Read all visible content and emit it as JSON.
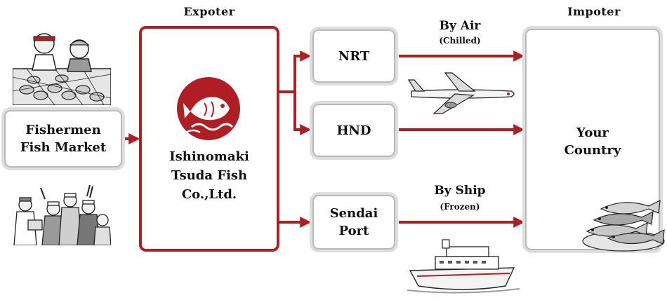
{
  "headings": {
    "exporter": "Expoter",
    "importer": "Impoter"
  },
  "source": {
    "label": "Fishermen\nFish Market"
  },
  "exporter": {
    "name": "Ishinomaki\nTsuda Fish\nCo.,Ltd."
  },
  "routes": {
    "nrt": "NRT",
    "hnd": "HND",
    "sendai": "Sendai\nPort"
  },
  "air": {
    "label": "By Air",
    "note": "(Chilled)"
  },
  "ship": {
    "label": "By Ship",
    "note": "(Frozen)"
  },
  "destination": {
    "label": "Your\nCountry"
  },
  "colors": {
    "accent": "#b01d23",
    "box_border": "#b9b9b9"
  },
  "icons": [
    "fishermen-illustration",
    "market-crowd-illustration",
    "tai-fish-logo-icon",
    "airplane-icon",
    "ship-icon",
    "fish-pile-icon"
  ]
}
